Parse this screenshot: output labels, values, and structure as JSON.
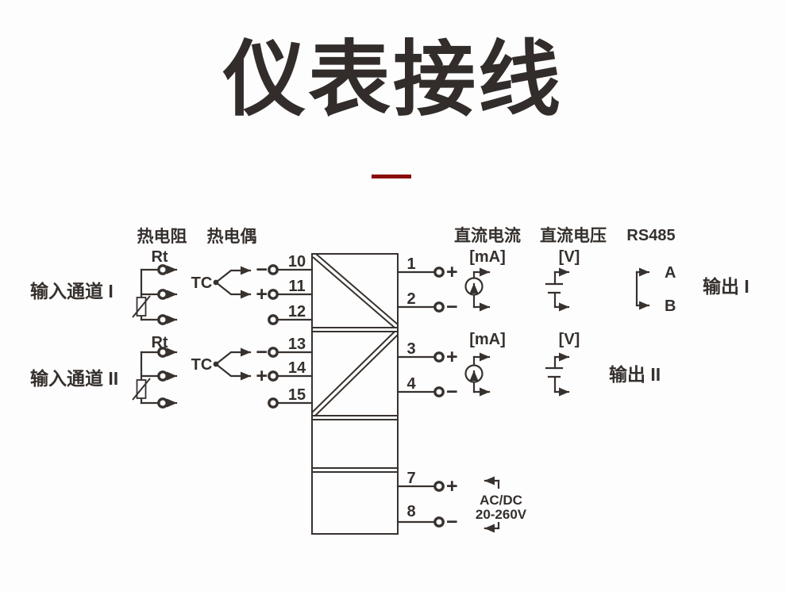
{
  "title": "仪表接线",
  "colors": {
    "accent": "#8a0b0b",
    "ink": "#38322f"
  },
  "sensors": {
    "rtd_heading": "热电阻",
    "tc_heading": "热电偶",
    "rt1": "Rt",
    "tc1": "TC",
    "rt2": "Rt",
    "tc2": "TC"
  },
  "channels": {
    "input1": "输入通道 I",
    "input2": "输入通道 II",
    "output1": "输出 I",
    "output2": "输出 II"
  },
  "terminals": {
    "left": [
      "10",
      "11",
      "12",
      "13",
      "14",
      "15"
    ],
    "right": [
      "1",
      "2",
      "3",
      "4"
    ],
    "power": [
      "7",
      "8"
    ],
    "signs": {
      "tc1_minus": "−",
      "tc1_plus": "+",
      "tc2_minus": "−",
      "tc2_plus": "+",
      "t1": "+",
      "t2": "−",
      "t3": "+",
      "t4": "−",
      "t7": "+",
      "t8": "−"
    }
  },
  "outputs": {
    "dc_current_heading": "直流电流",
    "dc_voltage_heading": "直流电压",
    "rs485_heading": "RS485",
    "ma_unit_1": "[mA]",
    "v_unit_1": "[V]",
    "ma_unit_2": "[mA]",
    "v_unit_2": "[V]",
    "rs485_a": "A",
    "rs485_b": "B"
  },
  "power_supply": {
    "line1": "AC/DC",
    "line2": "20-260V"
  }
}
